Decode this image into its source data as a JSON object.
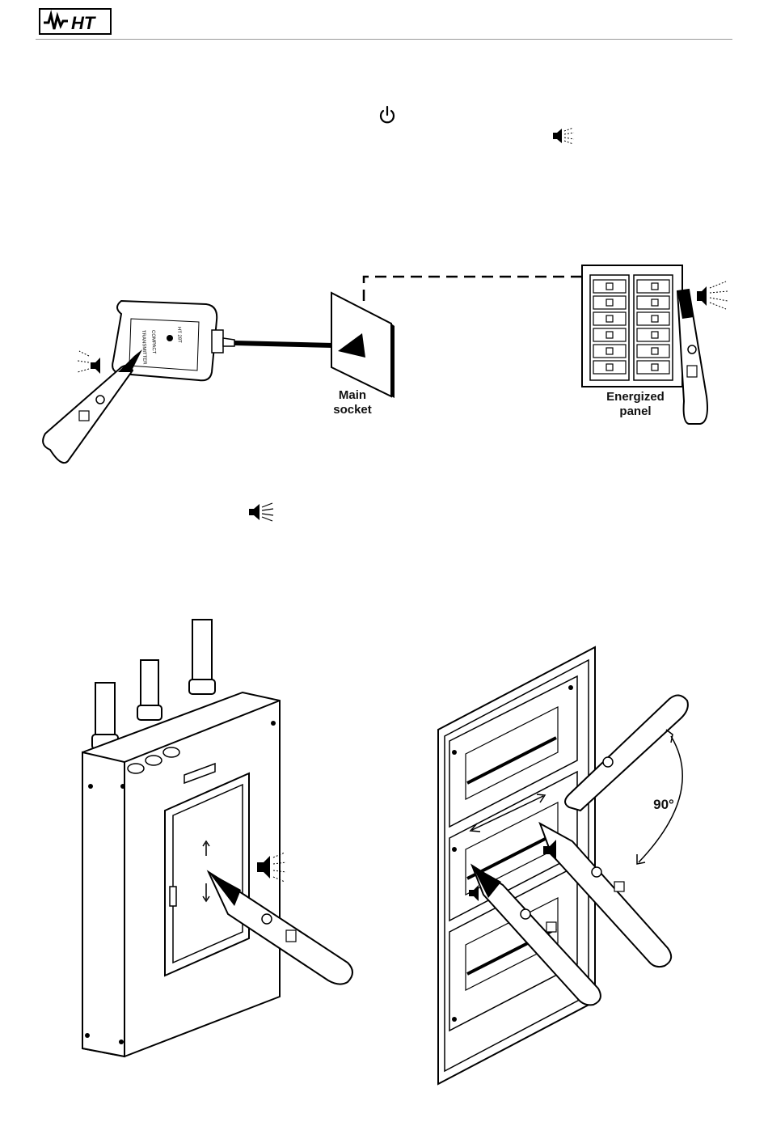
{
  "header": {
    "logo_text": "HT"
  },
  "icons": {
    "power": "power-icon",
    "speaker": "speaker-sound-icon"
  },
  "figure1": {
    "socket_label_1": "Main",
    "socket_label_2": "socket",
    "panel_label_1": "Energized",
    "panel_label_2": "panel"
  },
  "figure2": {
    "angle_label": "90°"
  }
}
